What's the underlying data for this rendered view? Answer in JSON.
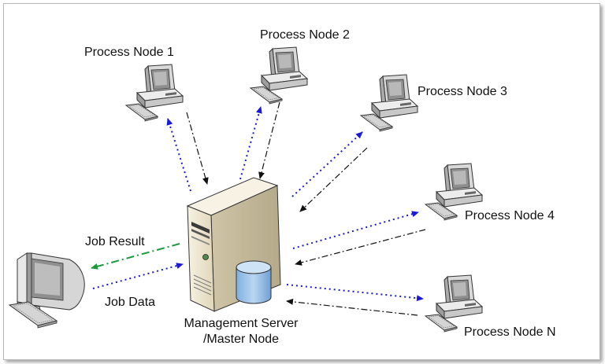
{
  "nodes": {
    "node1": "Process Node 1",
    "node2": "Process Node 2",
    "node3": "Process Node 3",
    "node4": "Process Node 4",
    "nodeN": "Process Node N"
  },
  "server": {
    "line1": "Management Server",
    "line2": "/Master Node"
  },
  "client": {
    "job_result": "Job Result",
    "job_data": "Job Data"
  },
  "colors": {
    "send_arrow": "#1a1ad6",
    "return_arrow": "#111111",
    "result_arrow": "#1a9a3a",
    "database": "#9cc3ea",
    "server_body": "#f1ead6"
  },
  "icons": [
    "desktop-computer-icon",
    "server-tower-icon",
    "database-cylinder-icon",
    "crt-monitor-icon"
  ]
}
